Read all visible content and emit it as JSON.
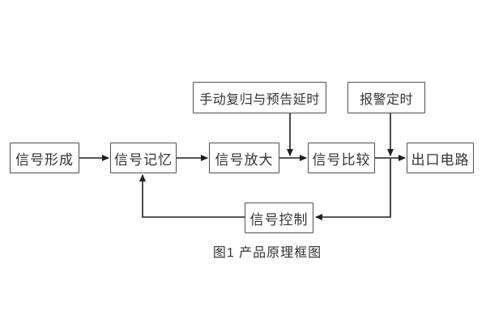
{
  "diagram": {
    "caption": "图1 产品原理框图",
    "boxes": [
      {
        "id": "signal-formation",
        "label": "信号形成"
      },
      {
        "id": "signal-memory",
        "label": "信号记忆"
      },
      {
        "id": "signal-amplification",
        "label": "信号放大"
      },
      {
        "id": "signal-comparison",
        "label": "信号比较"
      },
      {
        "id": "output-circuit",
        "label": "出口电路"
      },
      {
        "id": "manual-reset-delay",
        "label": "手动复归与预告延时"
      },
      {
        "id": "alarm-timing",
        "label": "报警定时"
      },
      {
        "id": "signal-control",
        "label": "信号控制"
      }
    ],
    "connections": [
      {
        "from": "信号形成",
        "to": "信号记忆",
        "style": "arrow-right"
      },
      {
        "from": "信号记忆",
        "to": "信号放大",
        "style": "arrow-right"
      },
      {
        "from": "信号放大",
        "to": "信号比较",
        "style": "arrow-right"
      },
      {
        "from": "信号比较",
        "to": "出口电路",
        "style": "arrow-right"
      },
      {
        "from": "手动复归与预告延时",
        "to": "信号放大与信号比较之间连线",
        "style": "arrow-down"
      },
      {
        "from": "报警定时",
        "to": "信号比较与出口电路之间连线",
        "style": "arrow-down"
      },
      {
        "from": "信号比较与出口电路之间连线",
        "to": "信号控制",
        "style": "arrow-left"
      },
      {
        "from": "信号控制",
        "to": "信号记忆",
        "style": "arrow-up-feedback"
      }
    ],
    "colors": {
      "background": "#ffffff",
      "box_border": "#4f4f4f",
      "line": "#1f1f1f",
      "text": "#333333"
    }
  }
}
